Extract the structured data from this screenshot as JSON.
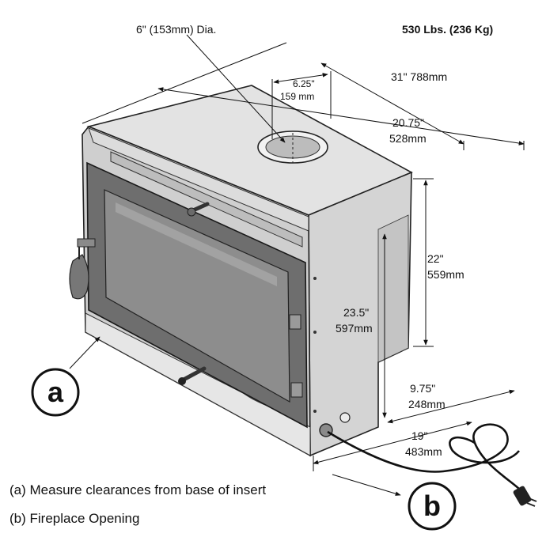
{
  "weight": "530 Lbs. (236 Kg)",
  "flue_diameter": "6\" (153mm) Dia.",
  "dimensions": {
    "flue_offset_in": "6.25\"",
    "flue_offset_mm": "159 mm",
    "overall_width": "31\" 788mm",
    "top_depth_in": "20.75\"",
    "top_depth_mm": "528mm",
    "overall_height_in": "22\"",
    "overall_height_mm": "559mm",
    "front_height_in": "23.5\"",
    "front_height_mm": "597mm",
    "base_depth_in": "9.75\"",
    "base_depth_mm": "248mm",
    "base_width_in": "19\"",
    "base_width_mm": "483mm"
  },
  "callouts": {
    "a": "a",
    "b": "b"
  },
  "captions": {
    "a": "(a) Measure clearances from base of insert",
    "b": "(b) Fireplace Opening"
  }
}
